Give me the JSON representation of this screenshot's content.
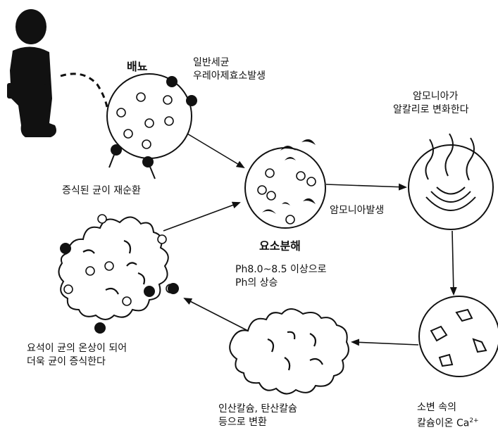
{
  "labels": {
    "urine": "배뇨",
    "bacteria_line1": "일반세균",
    "bacteria_line2": "우레아제효소발생",
    "ammonia_alkali_line1": "암모니아가",
    "ammonia_alkali_line2": "알칼리로 변화한다",
    "recirculate": "증식된 균이 재순환",
    "ammonia_generation": "암모니아발생",
    "urea_decomposition": "요소분해",
    "ph_line1": "Ph8.0~8.5 이상으로",
    "ph_line2": "Ph의 상승",
    "stone_line1": "요석이 균의 온상이 되어",
    "stone_line2": "더욱 균이 증식한다",
    "convert_line1": "인산칼슘, 탄산칼슘",
    "convert_line2": "등으로 변환",
    "calcium_line1": "소변 속의",
    "calcium_line2": "칼슘이온 Ca",
    "calcium_superscript": "2+"
  },
  "colors": {
    "ink": "#111111",
    "background": "#ffffff"
  }
}
